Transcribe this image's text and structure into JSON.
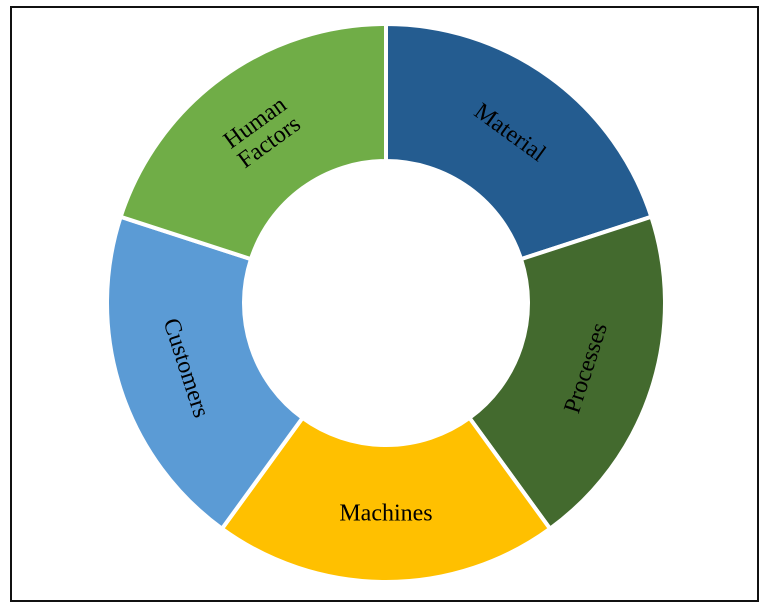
{
  "chart_data": {
    "type": "pie",
    "title": "",
    "hole": true,
    "categories": [
      "Material",
      "Processes",
      "Machines",
      "Customers",
      "Human Factors"
    ],
    "values": [
      20,
      20,
      20,
      20,
      20
    ],
    "colors": [
      "#245C90",
      "#436A2E",
      "#FFC000",
      "#5B9BD5",
      "#70AD47"
    ],
    "label_lines": [
      [
        "Material"
      ],
      [
        "Processes"
      ],
      [
        "Machines"
      ],
      [
        "Customers"
      ],
      [
        "Human",
        "Factors"
      ]
    ],
    "grid": false,
    "legend": "none"
  }
}
